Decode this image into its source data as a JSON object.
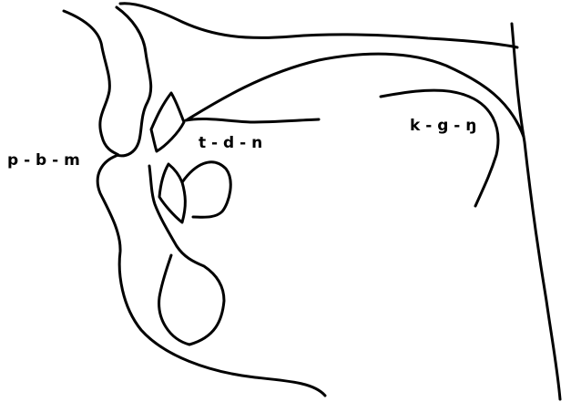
{
  "diagram": {
    "labels": {
      "bilabial": "p - b - m",
      "alveolar": "t - d - n",
      "velar": "k - g - ŋ"
    },
    "colors": {
      "background": "#ffffff",
      "stroke": "#000000"
    }
  }
}
